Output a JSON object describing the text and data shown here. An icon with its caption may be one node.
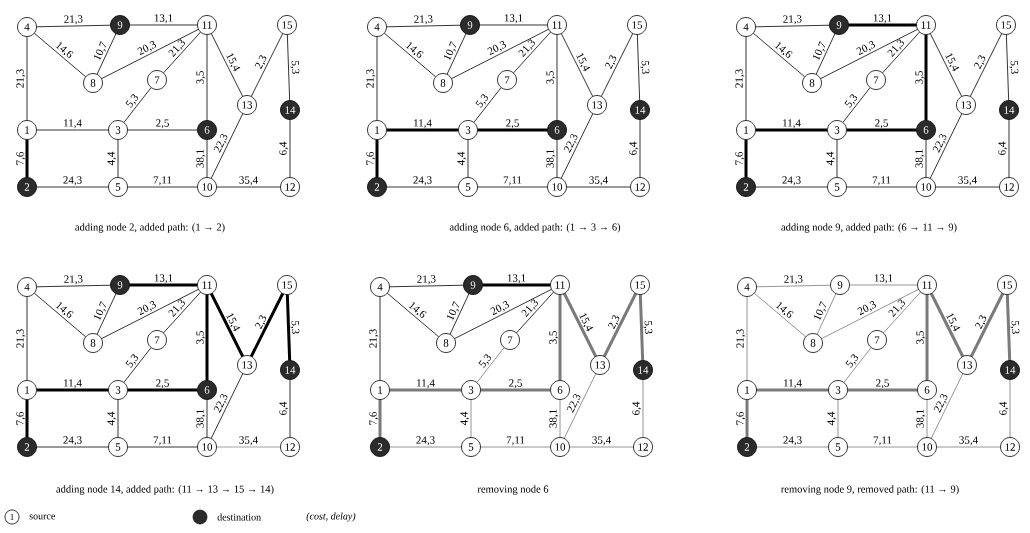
{
  "diagram": {
    "nodes": [
      {
        "text": [
          "4"
        ]
      },
      {
        "text": [
          "9"
        ]
      },
      {
        "text": [
          "11"
        ]
      },
      {
        "text": [
          "15"
        ]
      },
      {
        "text": [
          "8"
        ]
      },
      {
        "text": [
          "7"
        ]
      },
      {
        "text": [
          "13"
        ]
      },
      {
        "text": [
          "14"
        ]
      },
      {
        "text": [
          "1"
        ]
      },
      {
        "text": [
          "3"
        ]
      },
      {
        "text": [
          "6"
        ]
      },
      {
        "text": [
          "2"
        ]
      },
      {
        "text": [
          "5"
        ]
      },
      {
        "text": [
          "10"
        ]
      },
      {
        "text": [
          "12"
        ]
      },
      {
        "text": [
          "4"
        ]
      },
      {
        "text": [
          "9"
        ]
      },
      {
        "text": [
          "11"
        ]
      },
      {
        "text": [
          "15"
        ]
      },
      {
        "text": [
          "8"
        ]
      },
      {
        "text": [
          "7"
        ]
      },
      {
        "text": [
          "13"
        ]
      },
      {
        "text": [
          "14"
        ]
      },
      {
        "text": [
          "1"
        ]
      },
      {
        "text": [
          "3"
        ]
      },
      {
        "text": [
          "6"
        ]
      },
      {
        "text": [
          "2"
        ]
      },
      {
        "text": [
          "5"
        ]
      },
      {
        "text": [
          "10"
        ]
      },
      {
        "text": [
          "12"
        ]
      },
      {
        "text": [
          "4"
        ]
      },
      {
        "text": [
          "9"
        ]
      },
      {
        "text": [
          "11"
        ]
      },
      {
        "text": [
          "15"
        ]
      },
      {
        "text": [
          "8"
        ]
      },
      {
        "text": [
          "7"
        ]
      },
      {
        "text": [
          "13"
        ]
      },
      {
        "text": [
          "14"
        ]
      },
      {
        "text": [
          "1"
        ]
      },
      {
        "text": [
          "3"
        ]
      },
      {
        "text": [
          "6"
        ]
      },
      {
        "text": [
          "2"
        ]
      },
      {
        "text": [
          "5"
        ]
      },
      {
        "text": [
          "10"
        ]
      },
      {
        "text": [
          "12"
        ]
      },
      {
        "text": [
          "4"
        ]
      },
      {
        "text": [
          "9"
        ]
      },
      {
        "text": [
          "11"
        ]
      },
      {
        "text": [
          "15"
        ]
      },
      {
        "text": [
          "8"
        ]
      },
      {
        "text": [
          "7"
        ]
      },
      {
        "text": [
          "13"
        ]
      },
      {
        "text": [
          "14"
        ]
      },
      {
        "text": [
          "1"
        ]
      },
      {
        "text": [
          "3"
        ]
      },
      {
        "text": [
          "6"
        ]
      },
      {
        "text": [
          "2"
        ]
      },
      {
        "text": [
          "5"
        ]
      },
      {
        "text": [
          "10"
        ]
      },
      {
        "text": [
          "12"
        ]
      },
      {
        "text": [
          "4"
        ]
      },
      {
        "text": [
          "9"
        ]
      },
      {
        "text": [
          "11"
        ]
      },
      {
        "text": [
          "15"
        ]
      },
      {
        "text": [
          "8"
        ]
      },
      {
        "text": [
          "7"
        ]
      },
      {
        "text": [
          "13"
        ]
      },
      {
        "text": [
          "14"
        ]
      },
      {
        "text": [
          "1"
        ]
      },
      {
        "text": [
          "3"
        ]
      },
      {
        "text": [
          "6"
        ]
      },
      {
        "text": [
          "2"
        ]
      },
      {
        "text": [
          "5"
        ]
      },
      {
        "text": [
          "10"
        ]
      },
      {
        "text": [
          "12"
        ]
      },
      {
        "text": [
          "4"
        ]
      },
      {
        "text": [
          "9"
        ]
      },
      {
        "text": [
          "11"
        ]
      },
      {
        "text": [
          "15"
        ]
      },
      {
        "text": [
          "8"
        ]
      },
      {
        "text": [
          "7"
        ]
      },
      {
        "text": [
          "13"
        ]
      },
      {
        "text": [
          "14"
        ]
      },
      {
        "text": [
          "1"
        ]
      },
      {
        "text": [
          "3"
        ]
      },
      {
        "text": [
          "6"
        ]
      },
      {
        "text": [
          "2"
        ]
      },
      {
        "text": [
          "5"
        ]
      },
      {
        "text": [
          "10"
        ]
      },
      {
        "text": [
          "12"
        ]
      }
    ],
    "edges": [
      {
        "from": 8,
        "to": 0,
        "arrow": "none",
        "label": "21,3"
      },
      {
        "from": 0,
        "to": 1,
        "arrow": "none",
        "label": "21,3"
      },
      {
        "from": 1,
        "to": 2,
        "arrow": "none",
        "label": "13,1"
      },
      {
        "from": 0,
        "to": 4,
        "arrow": "none",
        "label": "14,6"
      },
      {
        "from": 4,
        "to": 1,
        "arrow": "none",
        "label": "10,7"
      },
      {
        "from": 4,
        "to": 2,
        "arrow": "none",
        "label": "20,3"
      },
      {
        "from": 5,
        "to": 2,
        "arrow": "none",
        "label": "21,3"
      },
      {
        "from": 2,
        "to": 10,
        "arrow": "none",
        "label": "3,5"
      },
      {
        "from": 2,
        "to": 6,
        "arrow": "none",
        "label": "15,4"
      },
      {
        "from": 6,
        "to": 3,
        "arrow": "none",
        "label": "2,3"
      },
      {
        "from": 3,
        "to": 7,
        "arrow": "none",
        "label": "5,3"
      },
      {
        "from": 8,
        "to": 9,
        "arrow": "none",
        "label": "11,4"
      },
      {
        "from": 9,
        "to": 5,
        "arrow": "none",
        "label": "5,3"
      },
      {
        "from": 9,
        "to": 10,
        "arrow": "none",
        "label": "2,5"
      },
      {
        "from": 8,
        "to": 11,
        "arrow": "none",
        "label": "7,6",
        "style": "thick"
      },
      {
        "from": 9,
        "to": 12,
        "arrow": "none",
        "label": "4,4"
      },
      {
        "from": 11,
        "to": 12,
        "arrow": "none",
        "label": "24,3"
      },
      {
        "from": 12,
        "to": 13,
        "arrow": "none",
        "label": "7,11"
      },
      {
        "from": 10,
        "to": 13,
        "arrow": "none",
        "label": "38,1"
      },
      {
        "from": 13,
        "to": 6,
        "arrow": "none",
        "label": "22,3"
      },
      {
        "from": 13,
        "to": 14,
        "arrow": "none",
        "label": "35,4"
      },
      {
        "from": 14,
        "to": 7,
        "arrow": "none",
        "label": "6,4"
      },
      {
        "from": 23,
        "to": 15,
        "arrow": "none",
        "label": "21,3"
      },
      {
        "from": 15,
        "to": 16,
        "arrow": "none",
        "label": "21,3"
      },
      {
        "from": 16,
        "to": 17,
        "arrow": "none",
        "label": "13,1"
      },
      {
        "from": 15,
        "to": 19,
        "arrow": "none",
        "label": "14,6"
      },
      {
        "from": 19,
        "to": 16,
        "arrow": "none",
        "label": "10,7"
      },
      {
        "from": 19,
        "to": 17,
        "arrow": "none",
        "label": "20,3"
      },
      {
        "from": 20,
        "to": 17,
        "arrow": "none",
        "label": "21,3"
      },
      {
        "from": 17,
        "to": 25,
        "arrow": "none",
        "label": "3,5"
      },
      {
        "from": 17,
        "to": 21,
        "arrow": "none",
        "label": "15,4"
      },
      {
        "from": 21,
        "to": 18,
        "arrow": "none",
        "label": "2,3"
      },
      {
        "from": 18,
        "to": 22,
        "arrow": "none",
        "label": "5,3"
      },
      {
        "from": 23,
        "to": 24,
        "arrow": "none",
        "label": "11,4",
        "style": "thick"
      },
      {
        "from": 24,
        "to": 20,
        "arrow": "none",
        "label": "5,3"
      },
      {
        "from": 24,
        "to": 25,
        "arrow": "none",
        "label": "2,5",
        "style": "thick"
      },
      {
        "from": 23,
        "to": 26,
        "arrow": "none",
        "label": "7,6",
        "style": "thick"
      },
      {
        "from": 24,
        "to": 27,
        "arrow": "none",
        "label": "4,4"
      },
      {
        "from": 26,
        "to": 27,
        "arrow": "none",
        "label": "24,3"
      },
      {
        "from": 27,
        "to": 28,
        "arrow": "none",
        "label": "7,11"
      },
      {
        "from": 25,
        "to": 28,
        "arrow": "none",
        "label": "38,1"
      },
      {
        "from": 28,
        "to": 21,
        "arrow": "none",
        "label": "22,3"
      },
      {
        "from": 28,
        "to": 29,
        "arrow": "none",
        "label": "35,4"
      },
      {
        "from": 29,
        "to": 22,
        "arrow": "none",
        "label": "6,4"
      },
      {
        "from": 38,
        "to": 30,
        "arrow": "none",
        "label": "21,3"
      },
      {
        "from": 30,
        "to": 31,
        "arrow": "none",
        "label": "21,3"
      },
      {
        "from": 31,
        "to": 32,
        "arrow": "none",
        "label": "13,1",
        "style": "thick"
      },
      {
        "from": 30,
        "to": 34,
        "arrow": "none",
        "label": "14,6"
      },
      {
        "from": 34,
        "to": 31,
        "arrow": "none",
        "label": "10,7"
      },
      {
        "from": 34,
        "to": 32,
        "arrow": "none",
        "label": "20,3"
      },
      {
        "from": 35,
        "to": 32,
        "arrow": "none",
        "label": "21,3"
      },
      {
        "from": 32,
        "to": 40,
        "arrow": "none",
        "label": "3,5",
        "style": "thick"
      },
      {
        "from": 32,
        "to": 36,
        "arrow": "none",
        "label": "15,4"
      },
      {
        "from": 36,
        "to": 33,
        "arrow": "none",
        "label": "2,3"
      },
      {
        "from": 33,
        "to": 37,
        "arrow": "none",
        "label": "5,3"
      },
      {
        "from": 38,
        "to": 39,
        "arrow": "none",
        "label": "11,4",
        "style": "thick"
      },
      {
        "from": 39,
        "to": 35,
        "arrow": "none",
        "label": "5,3"
      },
      {
        "from": 39,
        "to": 40,
        "arrow": "none",
        "label": "2,5",
        "style": "thick"
      },
      {
        "from": 38,
        "to": 41,
        "arrow": "none",
        "label": "7,6",
        "style": "thick"
      },
      {
        "from": 39,
        "to": 42,
        "arrow": "none",
        "label": "4,4"
      },
      {
        "from": 41,
        "to": 42,
        "arrow": "none",
        "label": "24,3"
      },
      {
        "from": 42,
        "to": 43,
        "arrow": "none",
        "label": "7,11"
      },
      {
        "from": 40,
        "to": 43,
        "arrow": "none",
        "label": "38,1"
      },
      {
        "from": 43,
        "to": 36,
        "arrow": "none",
        "label": "22,3"
      },
      {
        "from": 43,
        "to": 44,
        "arrow": "none",
        "label": "35,4"
      },
      {
        "from": 44,
        "to": 37,
        "arrow": "none",
        "label": "6,4"
      },
      {
        "from": 53,
        "to": 45,
        "arrow": "none",
        "label": "21,3"
      },
      {
        "from": 45,
        "to": 46,
        "arrow": "none",
        "label": "21,3"
      },
      {
        "from": 46,
        "to": 47,
        "arrow": "none",
        "label": "13,1",
        "style": "thick"
      },
      {
        "from": 45,
        "to": 49,
        "arrow": "none",
        "label": "14,6"
      },
      {
        "from": 49,
        "to": 46,
        "arrow": "none",
        "label": "10,7"
      },
      {
        "from": 49,
        "to": 47,
        "arrow": "none",
        "label": "20,3"
      },
      {
        "from": 50,
        "to": 47,
        "arrow": "none",
        "label": "21,3"
      },
      {
        "from": 47,
        "to": 55,
        "arrow": "none",
        "label": "3,5",
        "style": "thick"
      },
      {
        "from": 47,
        "to": 51,
        "arrow": "none",
        "label": "15,4",
        "style": "thick"
      },
      {
        "from": 51,
        "to": 48,
        "arrow": "none",
        "label": "2,3",
        "style": "thick"
      },
      {
        "from": 48,
        "to": 52,
        "arrow": "none",
        "label": "5,3",
        "style": "thick"
      },
      {
        "from": 53,
        "to": 54,
        "arrow": "none",
        "label": "11,4",
        "style": "thick"
      },
      {
        "from": 54,
        "to": 50,
        "arrow": "none",
        "label": "5,3"
      },
      {
        "from": 54,
        "to": 55,
        "arrow": "none",
        "label": "2,5",
        "style": "thick"
      },
      {
        "from": 53,
        "to": 56,
        "arrow": "none",
        "label": "7,6",
        "style": "thick"
      },
      {
        "from": 54,
        "to": 57,
        "arrow": "none",
        "label": "4,4"
      },
      {
        "from": 56,
        "to": 57,
        "arrow": "none",
        "label": "24,3"
      },
      {
        "from": 57,
        "to": 58,
        "arrow": "none",
        "label": "7,11"
      },
      {
        "from": 55,
        "to": 58,
        "arrow": "none",
        "label": "38,1"
      },
      {
        "from": 58,
        "to": 51,
        "arrow": "none",
        "label": "22,3"
      },
      {
        "from": 58,
        "to": 59,
        "arrow": "none",
        "label": "35,4",
        "color": "#8a8a8a"
      },
      {
        "from": 59,
        "to": 52,
        "arrow": "none",
        "label": "6,4"
      },
      {
        "from": 68,
        "to": 60,
        "arrow": "none",
        "label": "21,3"
      },
      {
        "from": 60,
        "to": 61,
        "arrow": "none",
        "label": "21,3"
      },
      {
        "from": 61,
        "to": 62,
        "arrow": "none",
        "label": "13,1",
        "style": "thick"
      },
      {
        "from": 60,
        "to": 64,
        "arrow": "none",
        "label": "14,6"
      },
      {
        "from": 64,
        "to": 61,
        "arrow": "none",
        "label": "10,7"
      },
      {
        "from": 64,
        "to": 62,
        "arrow": "none",
        "label": "20,3"
      },
      {
        "from": 65,
        "to": 62,
        "arrow": "none",
        "label": "21,3"
      },
      {
        "from": 62,
        "to": 70,
        "arrow": "none",
        "label": "3,5",
        "style": "thick",
        "color": "#7a7a7a"
      },
      {
        "from": 62,
        "to": 66,
        "arrow": "none",
        "label": "15,4",
        "style": "thick",
        "color": "#7a7a7a"
      },
      {
        "from": 66,
        "to": 63,
        "arrow": "none",
        "label": "2,3",
        "style": "thick",
        "color": "#7a7a7a"
      },
      {
        "from": 63,
        "to": 67,
        "arrow": "none",
        "label": "5,3",
        "style": "thick",
        "color": "#7a7a7a"
      },
      {
        "from": 68,
        "to": 69,
        "arrow": "none",
        "label": "11,4",
        "style": "thick",
        "color": "#7a7a7a"
      },
      {
        "from": 69,
        "to": 65,
        "arrow": "none",
        "label": "5,3",
        "color": "#7a7a7a"
      },
      {
        "from": 69,
        "to": 70,
        "arrow": "none",
        "label": "2,5",
        "style": "thick",
        "color": "#7a7a7a"
      },
      {
        "from": 68,
        "to": 71,
        "arrow": "none",
        "label": "7,6",
        "style": "thick",
        "color": "#7a7a7a"
      },
      {
        "from": 69,
        "to": 72,
        "arrow": "none",
        "label": "4,4",
        "color": "#7a7a7a"
      },
      {
        "from": 71,
        "to": 72,
        "arrow": "none",
        "label": "24,3",
        "color": "#7a7a7a"
      },
      {
        "from": 72,
        "to": 73,
        "arrow": "none",
        "label": "7,11",
        "color": "#7a7a7a"
      },
      {
        "from": 70,
        "to": 73,
        "arrow": "none",
        "label": "38,1",
        "color": "#7a7a7a"
      },
      {
        "from": 73,
        "to": 66,
        "arrow": "none",
        "label": "22,3",
        "color": "#7a7a7a"
      },
      {
        "from": 73,
        "to": 74,
        "arrow": "none",
        "label": "35,4",
        "color": "#7a7a7a"
      },
      {
        "from": 74,
        "to": 67,
        "arrow": "none",
        "label": "6,4",
        "color": "#7a7a7a"
      },
      {
        "from": 83,
        "to": 75,
        "arrow": "none",
        "label": "21,3",
        "color": "#7a7a7a"
      },
      {
        "from": 75,
        "to": 76,
        "arrow": "none",
        "label": "21,3",
        "color": "#7a7a7a"
      },
      {
        "from": 76,
        "to": 77,
        "arrow": "none",
        "label": "13,1",
        "color": "#7a7a7a"
      },
      {
        "from": 75,
        "to": 79,
        "arrow": "none",
        "label": "14,6",
        "color": "#7a7a7a"
      },
      {
        "from": 79,
        "to": 76,
        "arrow": "none",
        "label": "10,7",
        "color": "#7a7a7a"
      },
      {
        "from": 79,
        "to": 77,
        "arrow": "none",
        "label": "20,3",
        "color": "#7a7a7a"
      },
      {
        "from": 80,
        "to": 77,
        "arrow": "none",
        "label": "21,3",
        "color": "#7a7a7a"
      },
      {
        "from": 77,
        "to": 85,
        "arrow": "none",
        "label": "3,5",
        "style": "thick",
        "color": "#7a7a7a"
      },
      {
        "from": 77,
        "to": 81,
        "arrow": "none",
        "label": "15,4",
        "style": "thick",
        "color": "#7a7a7a"
      },
      {
        "from": 81,
        "to": 78,
        "arrow": "none",
        "label": "2,3",
        "style": "thick",
        "color": "#7a7a7a"
      },
      {
        "from": 78,
        "to": 82,
        "arrow": "none",
        "label": "5,3",
        "style": "thick",
        "color": "#7a7a7a"
      },
      {
        "from": 83,
        "to": 84,
        "arrow": "none",
        "label": "11,4",
        "style": "thick",
        "color": "#7a7a7a"
      },
      {
        "from": 84,
        "to": 80,
        "arrow": "none",
        "label": "5,3",
        "color": "#7a7a7a"
      },
      {
        "from": 84,
        "to": 85,
        "arrow": "none",
        "label": "2,5",
        "style": "thick",
        "color": "#7a7a7a"
      },
      {
        "from": 83,
        "to": 86,
        "arrow": "none",
        "label": "7,6",
        "style": "thick",
        "color": "#7a7a7a"
      },
      {
        "from": 84,
        "to": 87,
        "arrow": "none",
        "label": "4,4",
        "color": "#7a7a7a"
      },
      {
        "from": 86,
        "to": 87,
        "arrow": "none",
        "label": "24,3",
        "color": "#7a7a7a"
      },
      {
        "from": 87,
        "to": 88,
        "arrow": "none",
        "label": "7,11",
        "color": "#7a7a7a"
      },
      {
        "from": 85,
        "to": 88,
        "arrow": "none",
        "label": "38,1",
        "color": "#7a7a7a"
      },
      {
        "from": 88,
        "to": 81,
        "arrow": "none",
        "label": "22,3",
        "color": "#7a7a7a"
      },
      {
        "from": 88,
        "to": 89,
        "arrow": "none",
        "label": "35,4",
        "color": "#7a7a7a"
      },
      {
        "from": 89,
        "to": 82,
        "arrow": "none",
        "label": "6,4",
        "color": "#7a7a7a"
      }
    ],
    "labels": [
      "adding node 2, added path: (1 → 2)",
      "adding node 6, added path: (1 → 3 → 6)",
      "adding node 9, added path: (6 → 11 → 9)",
      "adding node 14, added path: (11 → 13 → 15 → 14)",
      "removing node 6",
      "removing node 9, removed path: (11 → 9)",
      "1",
      "(cost, delay)"
    ],
    "legend": [
      {
        "text": "source"
      },
      {
        "text": "destination",
        "color": "#2b2b2b"
      }
    ]
  }
}
